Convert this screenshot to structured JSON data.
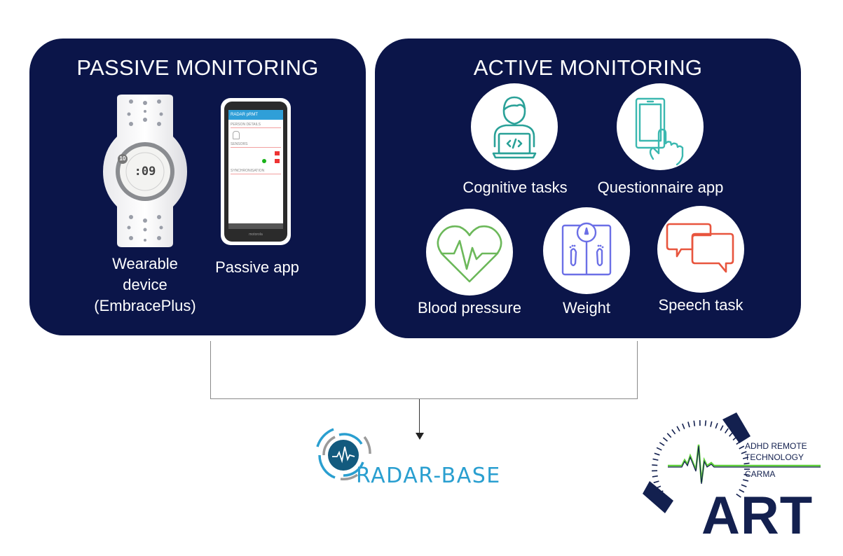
{
  "passive": {
    "title": "PASSIVE MONITORING",
    "items": [
      {
        "label_line1": "Wearable",
        "label_line2": "device",
        "label_line3": "(EmbracePlus)",
        "watch_time": ":09",
        "watch_badge": "10"
      },
      {
        "label": "Passive app",
        "phone": {
          "app_title": "RADAR pRMT",
          "section_person": "PERSON DETAILS",
          "section_sensors": "SENSORS",
          "section_sync": "SYNCHRONISATION",
          "brand": "motorola"
        }
      }
    ]
  },
  "active": {
    "title": "ACTIVE MONITORING",
    "items": [
      {
        "label": "Cognitive tasks",
        "icon": "person-laptop-code-icon",
        "color": "#2aa198"
      },
      {
        "label": "Questionnaire app",
        "icon": "phone-touch-icon",
        "color": "#3bb8b0"
      },
      {
        "label": "Blood pressure",
        "icon": "heart-pulse-icon",
        "color": "#6cb85a"
      },
      {
        "label": "Weight",
        "icon": "scale-icon",
        "color": "#6b6fe6"
      },
      {
        "label": "Speech task",
        "icon": "speech-bubbles-icon",
        "color": "#e8553e"
      }
    ]
  },
  "logos": {
    "radar_base": "RADAR-BASE",
    "art_line1": "ADHD REMOTE",
    "art_line2": "TECHNOLOGY",
    "art_line3": "CARMA",
    "art_big": "ART"
  },
  "colors": {
    "panel": "#0b1549",
    "radar_blue": "#2a9fd0",
    "art_navy": "#13204f",
    "art_green": "#5fd03a"
  }
}
